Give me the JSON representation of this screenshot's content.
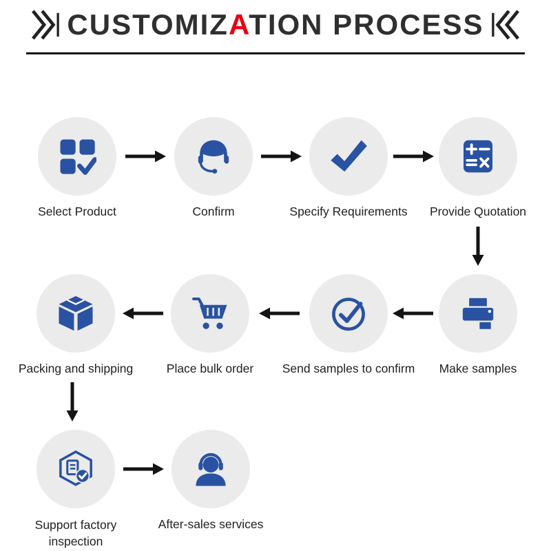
{
  "title": {
    "text_before_highlight": "CUSTOMIZ",
    "highlight": "A",
    "text_after_highlight": "TION PROCESS"
  },
  "colors": {
    "icon_blue": "#2a52a2",
    "circle_bg": "#ebebeb",
    "arrow": "#141414",
    "title_text": "#2f2f2f",
    "title_highlight": "#e60012",
    "label_text": "#1f1f1f"
  },
  "steps": [
    {
      "label": "Select Product",
      "icon": "product-grid-check-icon"
    },
    {
      "label": "Confirm",
      "icon": "customer-service-icon"
    },
    {
      "label": "Specify Requirements",
      "icon": "checkmark-icon"
    },
    {
      "label": "Provide Quotation",
      "icon": "calculator-icon"
    },
    {
      "label": "Make samples",
      "icon": "printer-icon"
    },
    {
      "label": "Send samples to confirm",
      "icon": "circle-check-icon"
    },
    {
      "label": "Place bulk order",
      "icon": "shopping-cart-icon"
    },
    {
      "label": "Packing and shipping",
      "icon": "package-box-icon"
    },
    {
      "label": "Support factory inspection",
      "icon": "factory-inspection-icon"
    },
    {
      "label": "After-sales services",
      "icon": "headset-support-icon"
    }
  ]
}
